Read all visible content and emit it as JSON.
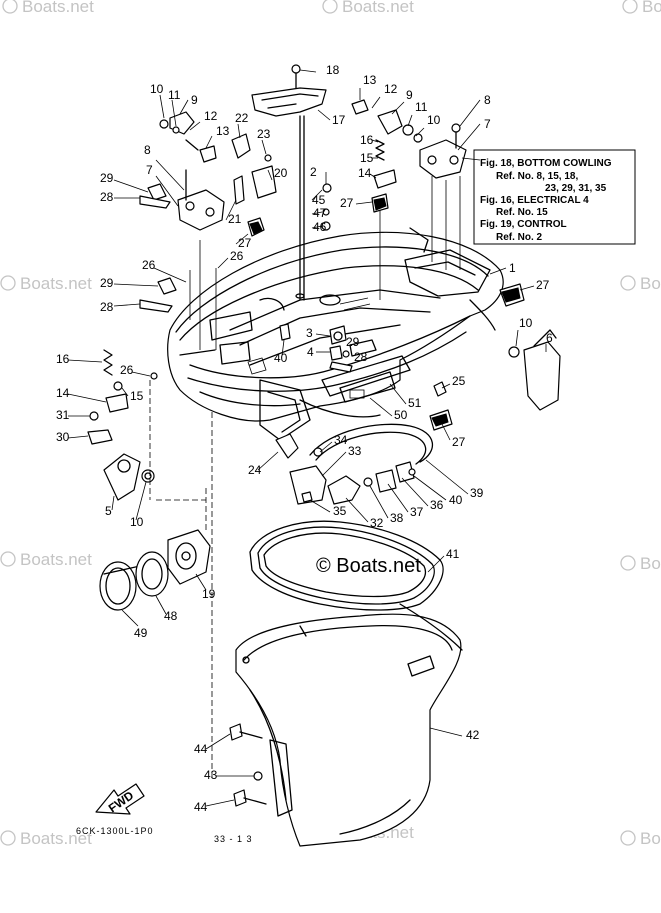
{
  "watermark": "Boats.net",
  "center_brand": "© Boats.net",
  "reference_box": {
    "lines": [
      "Fig. 18, BOTTOM COWLING",
      "Ref. No. 8, 15, 18,",
      "23, 29, 31, 35",
      "Fig. 16, ELECTRICAL 4",
      "Ref. No. 15",
      "Fig. 19, CONTROL",
      "Ref. No. 2"
    ]
  },
  "fwd_label": "FWD",
  "diagram_code": "6CK-1300L-1P0",
  "page_code": "33 - 1 3",
  "part_numbers": [
    "1",
    "2",
    "3",
    "4",
    "5",
    "6",
    "7",
    "8",
    "9",
    "10",
    "11",
    "12",
    "13",
    "14",
    "15",
    "16",
    "17",
    "18",
    "19",
    "20",
    "21",
    "22",
    "23",
    "24",
    "25",
    "26",
    "27",
    "28",
    "29",
    "30",
    "31",
    "32",
    "33",
    "34",
    "35",
    "36",
    "37",
    "38",
    "39",
    "40",
    "41",
    "42",
    "43",
    "44",
    "45",
    "46",
    "47",
    "48",
    "49",
    "50",
    "51"
  ]
}
